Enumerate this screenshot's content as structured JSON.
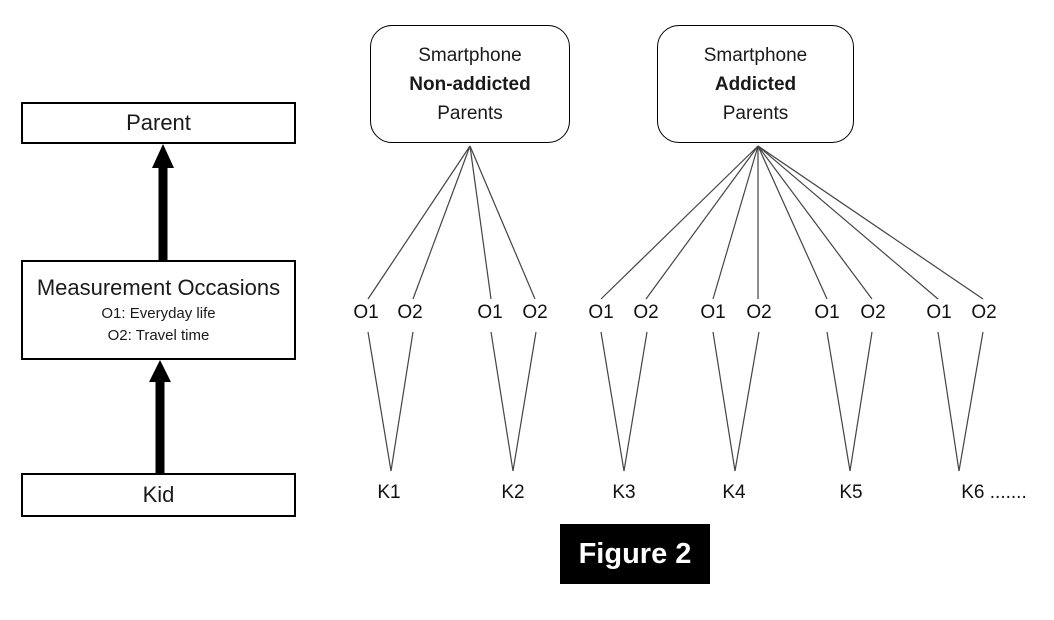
{
  "figure": {
    "caption": "Figure 2"
  },
  "left_panel": {
    "parent_label": "Parent",
    "measurement_title": "Measurement Occasions",
    "measurement_sub1": "O1: Everyday life",
    "measurement_sub2": "O2: Travel time",
    "kid_label": "Kid"
  },
  "parent_groups": [
    {
      "line1": "Smartphone",
      "line2_bold": "Non-addicted",
      "line3": "Parents"
    },
    {
      "line1": "Smartphone",
      "line2_bold": "Addicted",
      "line3": "Parents"
    }
  ],
  "occasion_labels": [
    "O1",
    "O2",
    "O1",
    "O2",
    "O1",
    "O2",
    "O1",
    "O2",
    "O1",
    "O2",
    "O1",
    "O2"
  ],
  "kid_labels": [
    "K1",
    "K2",
    "K3",
    "K4",
    "K5",
    "K6 ......."
  ],
  "colors": {
    "line": "#444444",
    "arrow": "#000000",
    "caption_bg": "#000000",
    "caption_text": "#ffffff"
  }
}
